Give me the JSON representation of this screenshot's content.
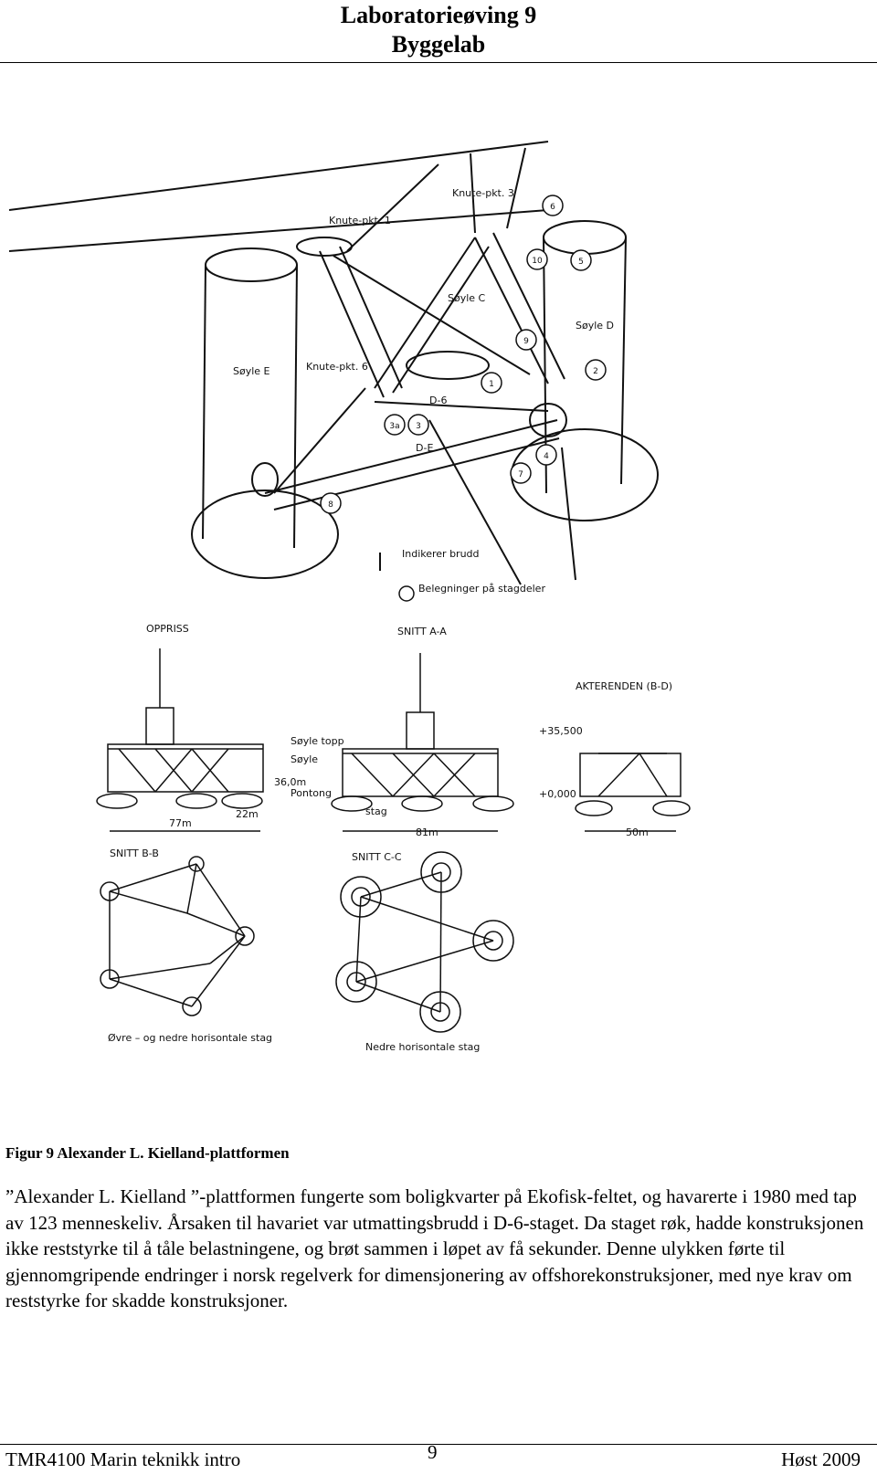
{
  "header": {
    "title": "Laboratorieøving 9",
    "subtitle": "Byggelab"
  },
  "figure": {
    "labels": {
      "knute_pkt1": "Knute-pkt. 1",
      "knute_pkt3": "Knute-pkt. 3",
      "knute_pkt6": "Knute-pkt. 6",
      "soyle_c": "Søyle C",
      "soyle_d": "Søyle D",
      "soyle_e": "Søyle E",
      "d6": "D-6",
      "de": "D-E",
      "indikerer_brudd": "Indikerer brudd",
      "belegninger": "Belegninger på stagdeler",
      "oppriss": "OPPRISS",
      "snitt_aa": "SNITT A-A",
      "akterenden": "AKTERENDEN (B-D)",
      "snitt_bb": "SNITT B-B",
      "snitt_cc": "SNITT C-C",
      "dim_77": "77m",
      "dim_22": "22m",
      "dim_81": "81m",
      "dim_50": "50m",
      "dim_elev1": "+35,500",
      "dim_elev2": "+0,000",
      "dim_36": "36,0m",
      "soyle_topp": "Søyle topp",
      "soyle": "Søyle",
      "pontong": "Pontong",
      "stag": "stag",
      "ovre_stag": "Øvre – og nedre horisontale stag",
      "nedre_stag": "Nedre horisontale stag",
      "circle_numbers": [
        "1",
        "2",
        "3",
        "4",
        "5",
        "6",
        "7",
        "8",
        "9",
        "10",
        "3a"
      ]
    }
  },
  "caption": "Figur 9 Alexander L. Kielland-plattformen",
  "body": {
    "paragraph": "”Alexander L. Kielland ”-plattformen fungerte som boligkvarter på Ekofisk-feltet, og havarerte i 1980 med tap av 123 menneskeliv. Årsaken til havariet var utmattingsbrudd i D-6-staget. Da staget røk, hadde konstruksjonen ikke reststyrke til å tåle belastningene, og brøt sammen i løpet av få sekunder. Denne ulykken førte til gjennomgripende endringer i norsk regelverk for dimensjonering av offshorekonstruksjoner, med nye krav om reststyrke for skadde konstruksjoner."
  },
  "footer": {
    "course": "TMR4100 Marin teknikk intro",
    "page": "9",
    "term": "Høst 2009"
  }
}
